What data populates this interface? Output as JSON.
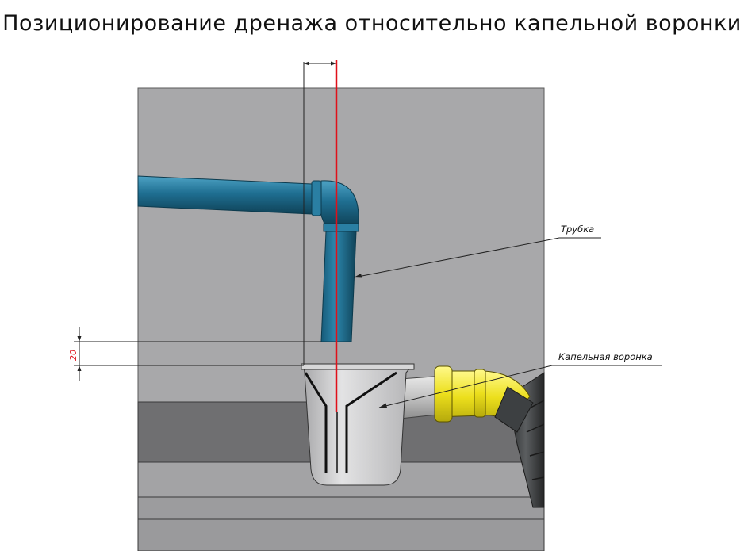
{
  "title": "Позиционирование дренажа относительно капельной воронки",
  "labels": {
    "tube": "Трубка",
    "funnel": "Капельная воронка"
  },
  "dimension": {
    "value": "20"
  },
  "colors": {
    "wall": "#a8a8aa",
    "pipe": "#1e6c8e",
    "funnel": "#c8c8ca",
    "yellow_fitting": "#f2ea2a",
    "dark_pipe": "#3c3e3f",
    "centerline": "#e0101a"
  }
}
